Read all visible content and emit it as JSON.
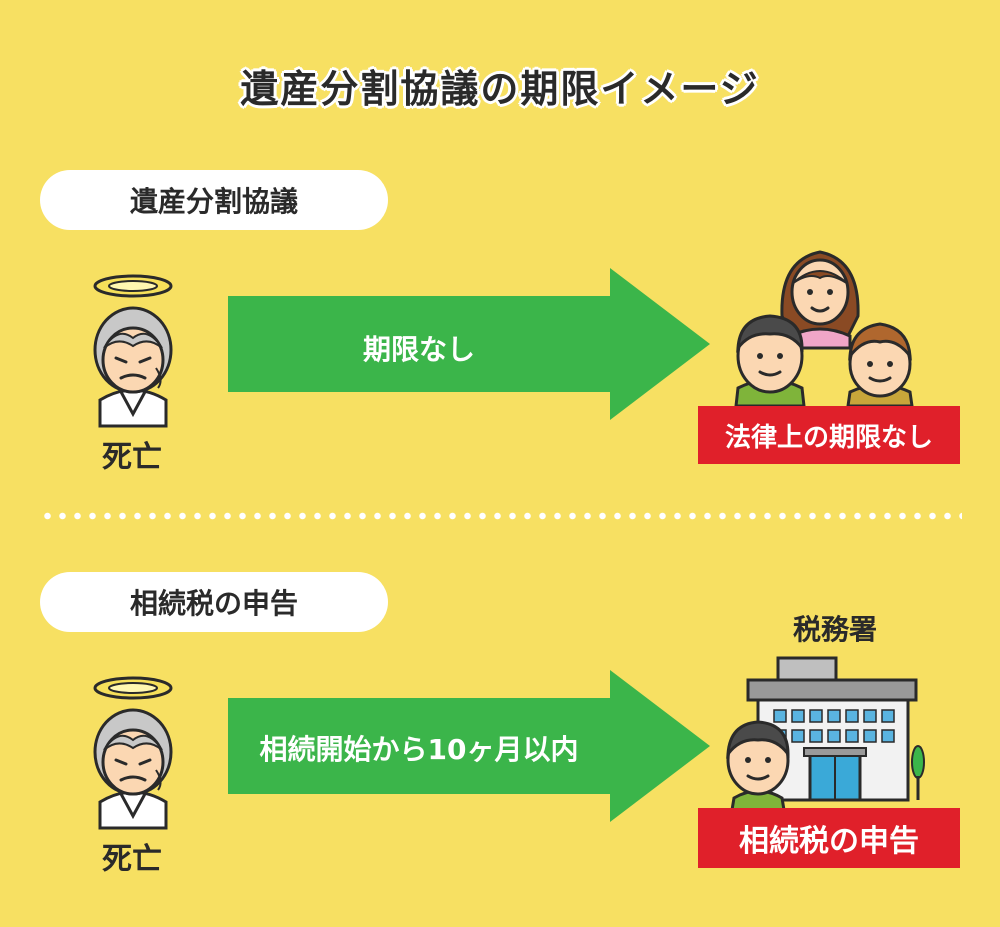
{
  "title": "遺産分割協議の期限イメージ",
  "section1": {
    "pill_label": "遺産分割協議",
    "death_label": "死亡",
    "arrow_text": "期限なし",
    "result_label": "法律上の期限なし"
  },
  "section2": {
    "pill_label": "相続税の申告",
    "death_label": "死亡",
    "arrow_text": "相続開始から10ヶ月以内",
    "office_label": "税務署",
    "result_label": "相続税の申告"
  },
  "colors": {
    "background": "#f7e062",
    "arrow": "#3bb54a",
    "red_label": "#e0202a",
    "pill": "#ffffff"
  },
  "icons": [
    "deceased-elder-icon",
    "heirs-family-icon",
    "heir-man-icon",
    "tax-office-building-icon"
  ]
}
